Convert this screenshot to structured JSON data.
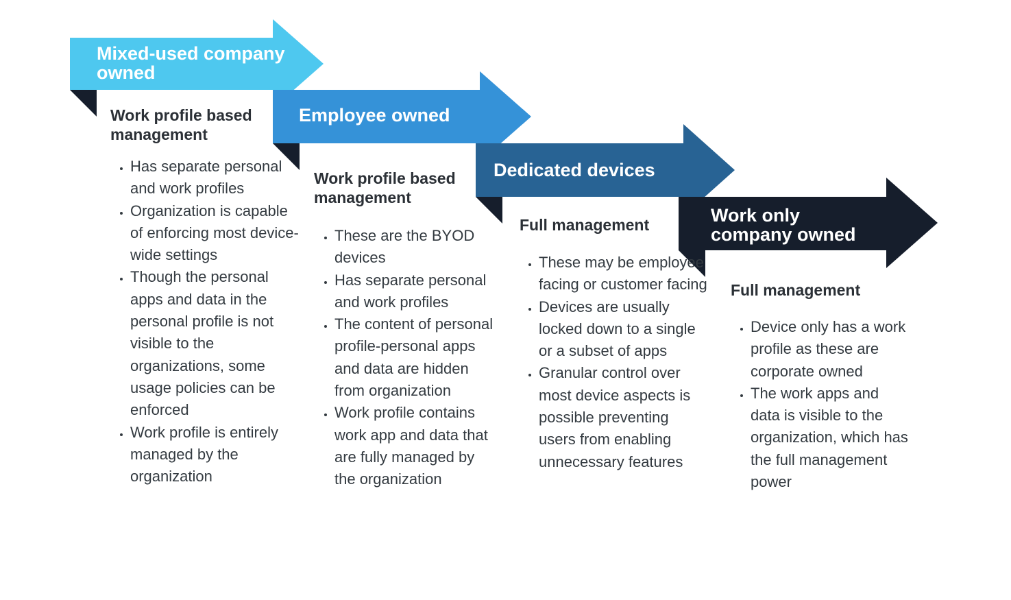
{
  "colors": {
    "stage1": "#4ec8ef",
    "stage2": "#3592d8",
    "stage3": "#286394",
    "stage4": "#161e2c",
    "fold": "#161e2c",
    "text": "#333a40"
  },
  "stages": [
    {
      "title": "Mixed-used company\nowned",
      "heading": "Work profile based\nmanagement",
      "bullets": [
        "Has separate personal and work profiles",
        "Organization is capable of enforcing most device-wide settings",
        "Though the personal apps and data in the personal profile is not visible to the organizations, some usage policies can be enforced",
        "Work profile is entirely managed by the organization"
      ]
    },
    {
      "title": "Employee owned",
      "heading": "Work profile based\nmanagement",
      "bullets": [
        "These are the BYOD devices",
        "Has separate personal and work profiles",
        "The content of personal profile-personal apps and data are hidden from organization",
        "Work profile contains work app and data that are fully managed by the organization"
      ]
    },
    {
      "title": "Dedicated devices",
      "heading": "Full management",
      "bullets": [
        "These may be employee facing or customer facing",
        "Devices are usually locked down to a single or a subset of apps",
        "Granular control over most device aspects is possible preventing users from enabling unnecessary features"
      ]
    },
    {
      "title": "Work only\ncompany owned",
      "heading": "Full management",
      "bullets": [
        "Device only has a work profile as these are corporate owned",
        "The work apps and data is visible to the organization, which has the full management power"
      ]
    }
  ]
}
